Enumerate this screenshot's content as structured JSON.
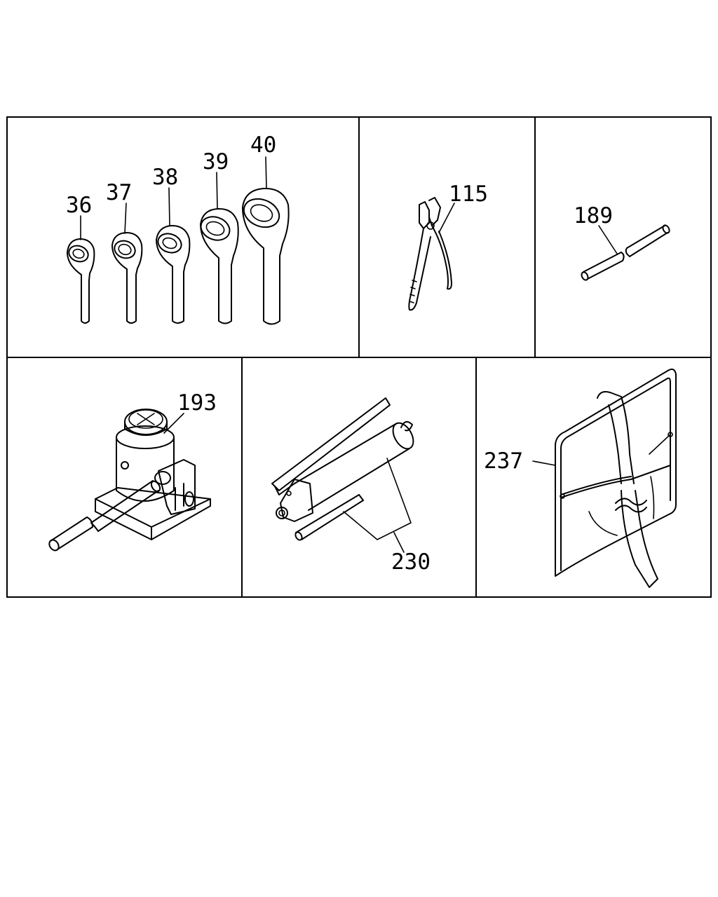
{
  "callouts": {
    "c36": "36",
    "c37": "37",
    "c38": "38",
    "c39": "39",
    "c40": "40",
    "c115": "115",
    "c189": "189",
    "c193": "193",
    "c230": "230",
    "c237": "237"
  },
  "icons": [
    "wrench-icon",
    "pliers-icon",
    "rod-icon",
    "bottle-jack-icon",
    "grease-gun-icon",
    "tool-bag-icon"
  ]
}
